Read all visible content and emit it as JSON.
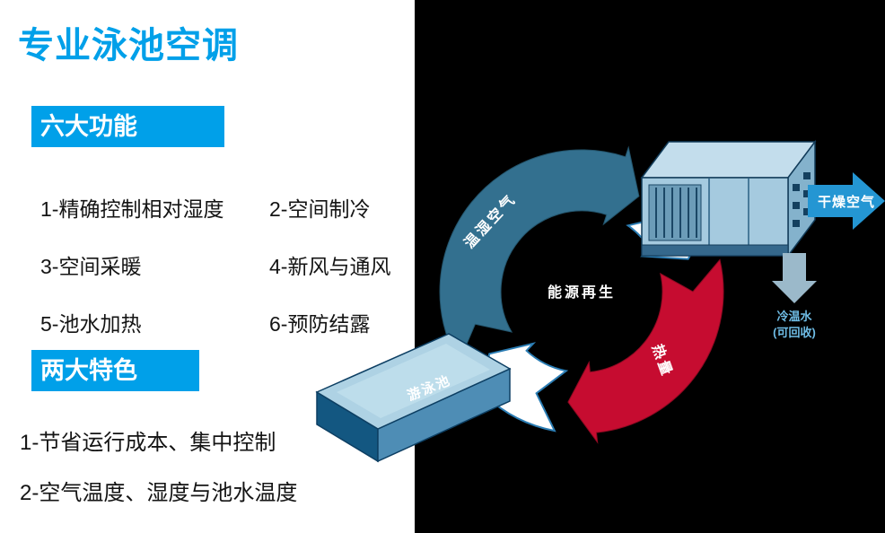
{
  "title": "专业泳池空调",
  "functions": {
    "heading": "六大功能",
    "items": [
      "1-精确控制相对湿度",
      "2-空间制冷",
      "3-空间采暖",
      "4-新风与通风",
      "5-池水加热",
      "6-预防结露"
    ]
  },
  "features": {
    "heading": "两大特色",
    "items": [
      "1-节省运行成本、集中控制",
      "2-空气温度、湿度与池水温度"
    ]
  },
  "diagram": {
    "center_label": "能源再生",
    "arc_blue_label": "温湿空气",
    "arc_red_label": "热量",
    "pool_label": "游泳池",
    "dry_air_label": "干燥空气",
    "water_label_line1": "冷温水",
    "water_label_line2": "(可回收)",
    "colors": {
      "accent": "#00a0e9",
      "arc_blue": "#33708f",
      "arc_red": "#c60c30",
      "arrow_blue": "#2496d3",
      "unit_light": "#a5cadf"
    }
  }
}
